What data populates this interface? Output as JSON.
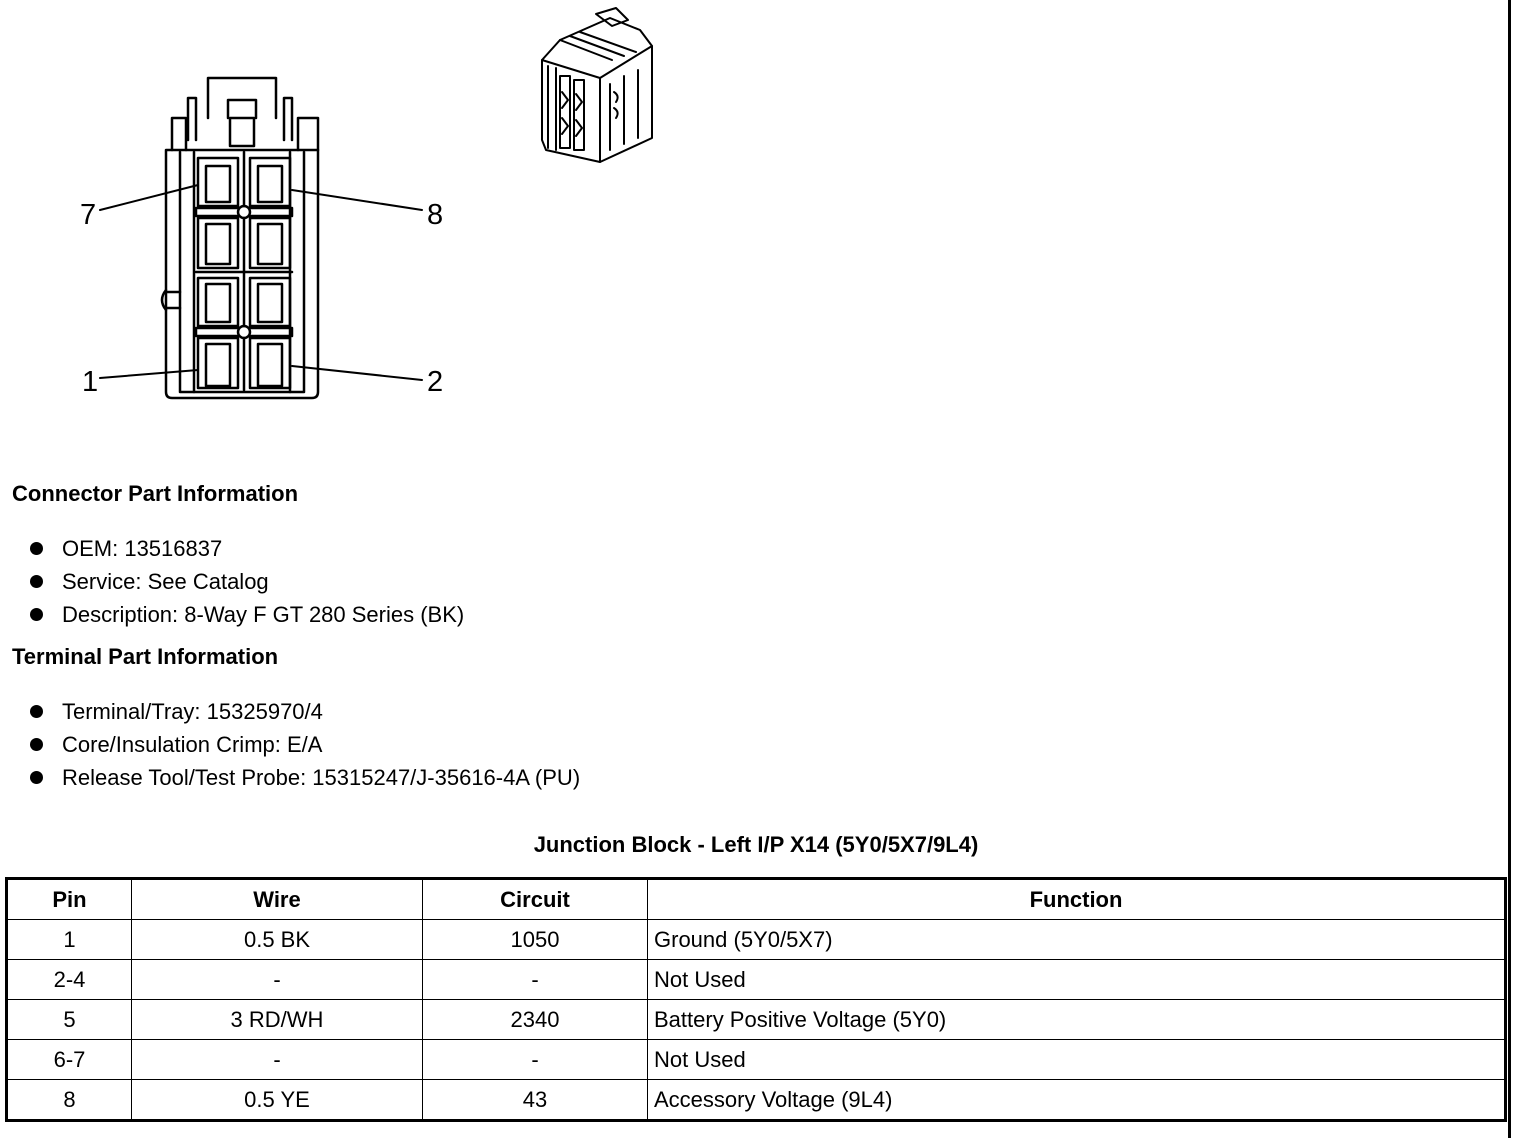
{
  "connector_pin_labels": {
    "pin_7": "7",
    "pin_8": "8",
    "pin_1": "1",
    "pin_2": "2"
  },
  "connector_part_information": {
    "heading": "Connector Part Information",
    "items": [
      "OEM: 13516837",
      "Service: See Catalog",
      "Description: 8-Way F GT 280 Series (BK)"
    ]
  },
  "terminal_part_information": {
    "heading": "Terminal Part Information",
    "items": [
      "Terminal/Tray: 15325970/4",
      "Core/Insulation Crimp: E/A",
      "Release Tool/Test Probe: 15315247/J-35616-4A (PU)"
    ]
  },
  "pinout_table": {
    "title": "Junction Block - Left I/P X14 (5Y0/5X7/9L4)",
    "headers": [
      "Pin",
      "Wire",
      "Circuit",
      "Function"
    ],
    "rows": [
      [
        "1",
        "0.5 BK",
        "1050",
        "Ground (5Y0/5X7)"
      ],
      [
        "2-4",
        "-",
        "-",
        "Not Used"
      ],
      [
        "5",
        "3 RD/WH",
        "2340",
        "Battery Positive Voltage (5Y0)"
      ],
      [
        "6-7",
        "-",
        "-",
        "Not Used"
      ],
      [
        "8",
        "0.5 YE",
        "43",
        "Accessory Voltage (9L4)"
      ]
    ]
  }
}
